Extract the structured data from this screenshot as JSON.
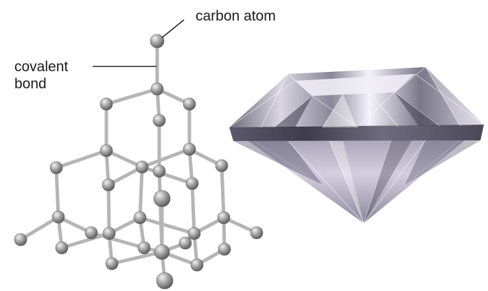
{
  "labels": {
    "carbon_atom": "carbon atom",
    "covalent_line1": "covalent",
    "covalent_line2": "bond"
  },
  "colors": {
    "bond": "#b5b5b5",
    "atom_light": "#e6e6e6",
    "atom_dark": "#5a5a5a",
    "leader_line": "#222222",
    "text": "#1a1a1a"
  },
  "icons": {
    "lattice": "diamond-lattice-structure",
    "gem": "cut-diamond-gemstone"
  }
}
